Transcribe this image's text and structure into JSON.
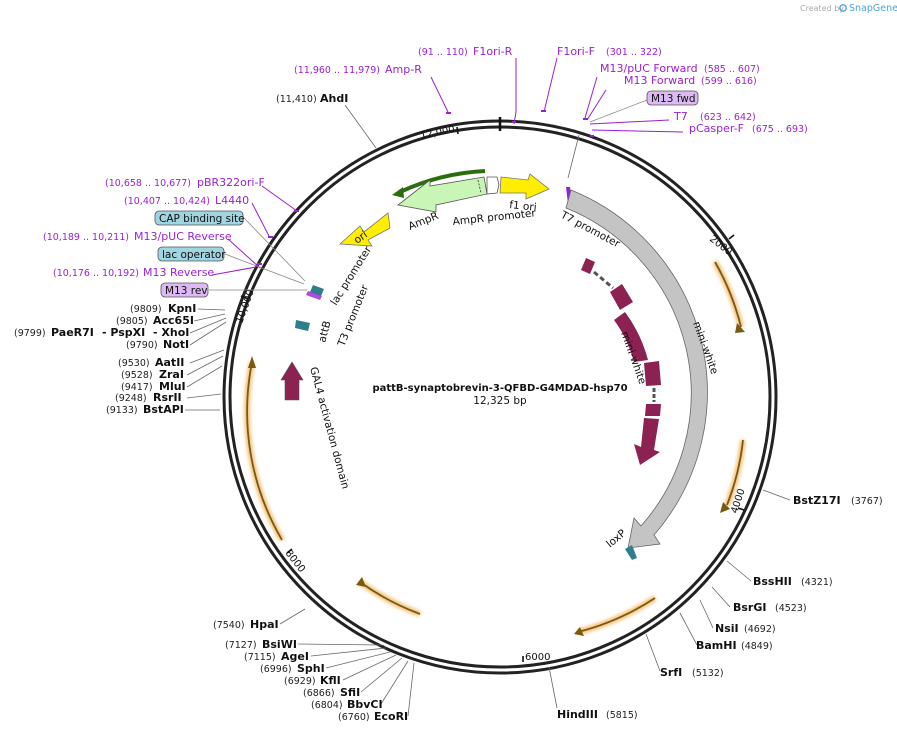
{
  "branding": {
    "created_by": "Created by",
    "app": "SnapGene"
  },
  "plasmid": {
    "name": "pattB-synaptobrevin-3-QFBD-G4MDAD-hsp70",
    "size": "12,325 bp"
  },
  "ticks": [
    "12,000",
    "2000",
    "4000",
    "6000",
    "8000",
    "10,000"
  ],
  "primers": [
    {
      "pos": "(91 .. 110)",
      "name": "F1ori-R"
    },
    {
      "pos": "",
      "name": "F1ori-F"
    },
    {
      "pos": "(301 .. 322)",
      "name": ""
    },
    {
      "pos": "(11,960 .. 11,979)",
      "name": "Amp-R"
    },
    {
      "pos": "(585 .. 607)",
      "name": "M13/pUC Forward"
    },
    {
      "pos": "(599 .. 616)",
      "name": "M13 Forward"
    },
    {
      "pos": "",
      "name": "M13 fwd"
    },
    {
      "pos": "(623 .. 642)",
      "name": "T7"
    },
    {
      "pos": "(675 .. 693)",
      "name": "pCasper-F"
    },
    {
      "pos": "(10,658 .. 10,677)",
      "name": "pBR322ori-F"
    },
    {
      "pos": "(10,407 .. 10,424)",
      "name": "L4440"
    },
    {
      "pos": "",
      "name": "CAP binding site"
    },
    {
      "pos": "(10,189 .. 10,211)",
      "name": "M13/pUC Reverse"
    },
    {
      "pos": "",
      "name": "lac operator"
    },
    {
      "pos": "(10,176 .. 10,192)",
      "name": "M13 Reverse"
    },
    {
      "pos": "",
      "name": "M13 rev"
    }
  ],
  "sites": [
    {
      "pos": "(11,410)",
      "name": "AhdI"
    },
    {
      "pos": "(9809)",
      "name": "KpnI"
    },
    {
      "pos": "(9805)",
      "name": "Acc65I"
    },
    {
      "pos": "(9799)",
      "name": "PaeR7I"
    },
    {
      "pos": "",
      "name": "- PspXI"
    },
    {
      "pos": "",
      "name": "- XhoI"
    },
    {
      "pos": "(9790)",
      "name": "NotI"
    },
    {
      "pos": "(9530)",
      "name": "AatII"
    },
    {
      "pos": "(9528)",
      "name": "ZraI"
    },
    {
      "pos": "(9417)",
      "name": "MluI"
    },
    {
      "pos": "(9248)",
      "name": "RsrII"
    },
    {
      "pos": "(9133)",
      "name": "BstAPI"
    },
    {
      "pos": "(3767)",
      "name": "BstZ17I"
    },
    {
      "pos": "(4321)",
      "name": "BssHII"
    },
    {
      "pos": "(4523)",
      "name": "BsrGI"
    },
    {
      "pos": "(4692)",
      "name": "NsiI"
    },
    {
      "pos": "(4849)",
      "name": "BamHI"
    },
    {
      "pos": "(5132)",
      "name": "SrfI"
    },
    {
      "pos": "(5815)",
      "name": "HindIII"
    },
    {
      "pos": "(7540)",
      "name": "HpaI"
    },
    {
      "pos": "(7127)",
      "name": "BsiWI"
    },
    {
      "pos": "(7115)",
      "name": "AgeI"
    },
    {
      "pos": "(6996)",
      "name": "SphI"
    },
    {
      "pos": "(6929)",
      "name": "KflI"
    },
    {
      "pos": "(6866)",
      "name": "SfiI"
    },
    {
      "pos": "(6804)",
      "name": "BbvCI"
    },
    {
      "pos": "(6760)",
      "name": "EcoRI"
    }
  ],
  "features": [
    "f1 ori",
    "AmpR promoter",
    "AmpR",
    "ori",
    "lac promoter",
    "T7 promoter",
    "attB",
    "T3 promoter",
    "GAL4 activation domain",
    "mini-white",
    "mini-white",
    "loxP"
  ]
}
